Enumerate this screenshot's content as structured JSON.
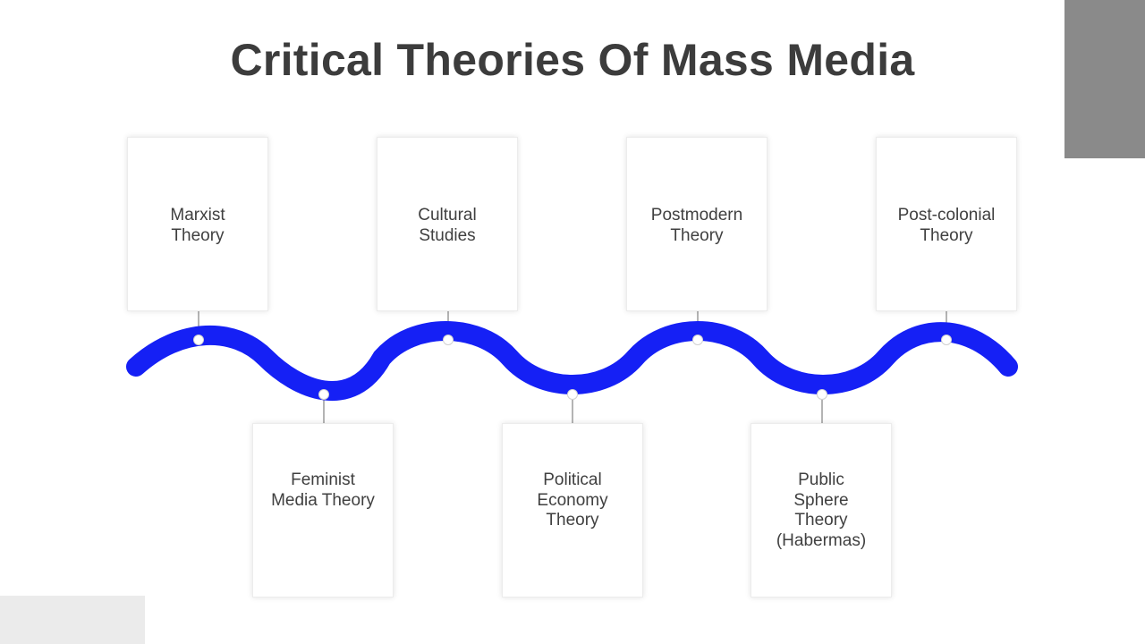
{
  "title": "Critical Theories Of Mass Media",
  "colors": {
    "wave": "#1520f5",
    "title": "#3c3c3c",
    "corner_dark": "#8a8a8a",
    "corner_light": "#ebebeb"
  },
  "items": [
    {
      "label": "Marxist\nTheory",
      "position": "top"
    },
    {
      "label": "Feminist\nMedia Theory",
      "position": "bottom"
    },
    {
      "label": "Cultural\nStudies",
      "position": "top"
    },
    {
      "label": "Political\nEconomy\nTheory",
      "position": "bottom"
    },
    {
      "label": "Postmodern\nTheory",
      "position": "top"
    },
    {
      "label": "Public\nSphere\nTheory\n(Habermas)",
      "position": "bottom"
    },
    {
      "label": "Post-colonial\nTheory",
      "position": "top"
    }
  ]
}
